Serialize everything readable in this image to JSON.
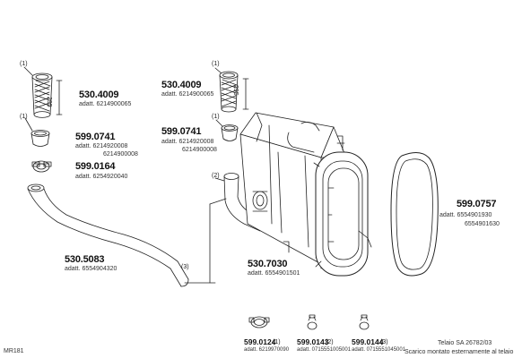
{
  "parts": {
    "pipe_top_left": {
      "number": "530.4009",
      "adapt": "adatt. 6214900065",
      "ref": "(1)",
      "dimension": "295"
    },
    "sleeve_left": {
      "number": "599.0741",
      "adapt_1": "adatt. 6214920008",
      "adapt_2": "6214900008",
      "ref": "(1)"
    },
    "clamp_left": {
      "number": "599.0164",
      "adapt": "adatt. 6254920040"
    },
    "pipe_bent": {
      "number": "530.5083",
      "adapt": "adatt. 6554904320",
      "ref": "(3)"
    },
    "pipe_top_mid": {
      "number": "530.4009",
      "adapt": "adatt. 6214900065",
      "ref": "(1)",
      "dimension": "295"
    },
    "sleeve_mid": {
      "number": "599.0741",
      "adapt_1": "adatt. 6214920008",
      "adapt_2": "6214900008",
      "ref": "(1)"
    },
    "elbow_ref": {
      "ref": "(2)"
    },
    "muffler": {
      "number": "530.7030",
      "adapt": "adatt. 6554901501"
    },
    "cover": {
      "number": "599.0757",
      "adapt_1": "adatt. 6554901930",
      "adapt_2": "6554901630"
    },
    "clamp_a": {
      "number": "599.0124",
      "ref": "(1)",
      "adapt": "adatt. 6219970090"
    },
    "clamp_b": {
      "number": "599.0143",
      "ref": "(2)",
      "adapt": "adatt. 0715551005001"
    },
    "clamp_c": {
      "number": "599.0144",
      "ref": "(3)",
      "adapt": "adatt. 0715551045001"
    }
  },
  "footer": {
    "code": "MR181",
    "chassis": "Telaio SA 26782/03",
    "note": "Scarico montato esternamente al telaio"
  }
}
